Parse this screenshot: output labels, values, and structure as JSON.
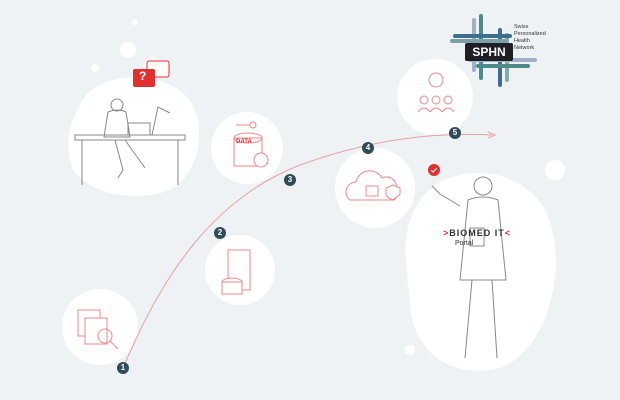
{
  "logo": {
    "abbr": "SPHN",
    "lines": [
      "Swiss",
      "Personalized",
      "Health",
      "Network"
    ]
  },
  "steps": [
    "1",
    "2",
    "3",
    "4",
    "5"
  ],
  "icons": {
    "data_label": "DATA",
    "speech": "?"
  },
  "portal": {
    "brand_left": ">",
    "name": "BIOMED IT",
    "brand_right": "<",
    "sub": "Portal"
  },
  "colors": {
    "accent": "#e03030",
    "marker": "#2f4b57",
    "background": "#eef2f5"
  }
}
